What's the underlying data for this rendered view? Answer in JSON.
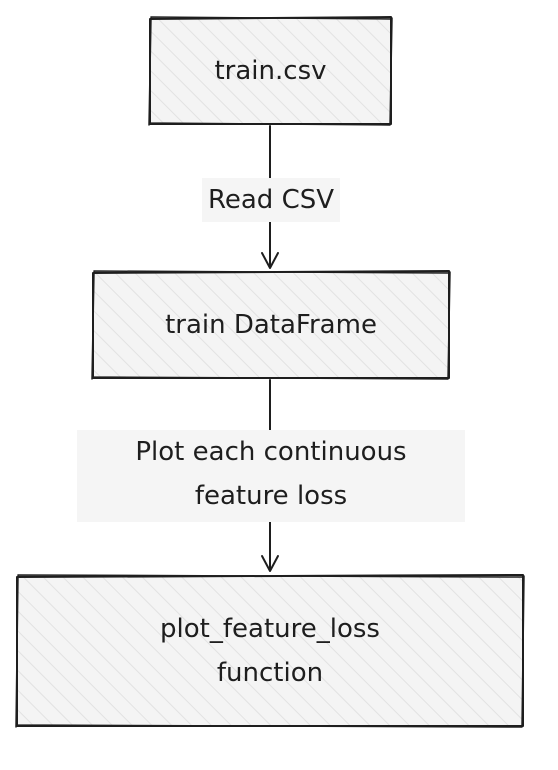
{
  "diagram": {
    "nodes": [
      {
        "id": "train-csv",
        "lines": [
          "train.csv"
        ]
      },
      {
        "id": "train-dataframe",
        "lines": [
          "train DataFrame"
        ]
      },
      {
        "id": "plot-function",
        "lines": [
          "plot_feature_loss",
          "function"
        ]
      }
    ],
    "edges": [
      {
        "from": "train-csv",
        "to": "train-dataframe",
        "lines": [
          "Read CSV"
        ]
      },
      {
        "from": "train-dataframe",
        "to": "plot-function",
        "lines": [
          "Plot each continuous",
          "feature loss"
        ]
      }
    ],
    "colors": {
      "stroke": "#1e1e1e",
      "node_fill": "#f2f2f2",
      "label_bg": "#f5f5f5"
    }
  }
}
